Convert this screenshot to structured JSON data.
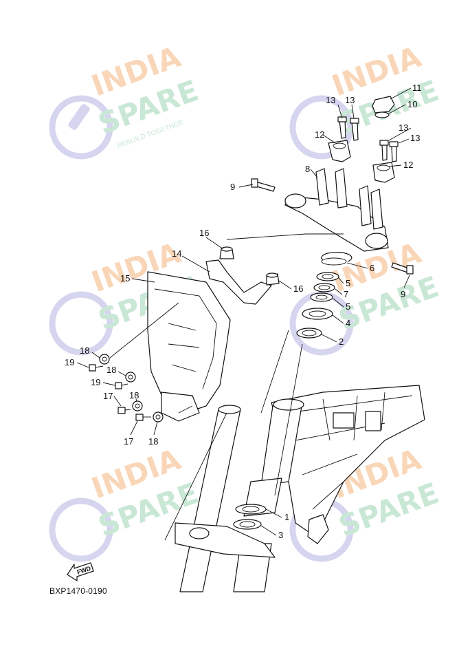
{
  "diagram_code": "BXP1470-0190",
  "fwd_label": "FWD",
  "watermark": {
    "line1": "INDIA",
    "line2": "SPARE",
    "tagline": "REBUILD TOGETHER",
    "color1": "#f7c9a0",
    "color2": "#b8e0c8",
    "icon_color": "#c9c8ea"
  },
  "callouts": [
    {
      "id": "c11",
      "text": "11"
    },
    {
      "id": "c10",
      "text": "10"
    },
    {
      "id": "c13a",
      "text": "13"
    },
    {
      "id": "c13b",
      "text": "13"
    },
    {
      "id": "c13c",
      "text": "13"
    },
    {
      "id": "c13d",
      "text": "13"
    },
    {
      "id": "c12a",
      "text": "12"
    },
    {
      "id": "c12b",
      "text": "12"
    },
    {
      "id": "c8",
      "text": "8"
    },
    {
      "id": "c9a",
      "text": "9"
    },
    {
      "id": "c9b",
      "text": "9"
    },
    {
      "id": "c16a",
      "text": "16"
    },
    {
      "id": "c16b",
      "text": "16"
    },
    {
      "id": "c14",
      "text": "14"
    },
    {
      "id": "c15",
      "text": "15"
    },
    {
      "id": "c6",
      "text": "6"
    },
    {
      "id": "c5a",
      "text": "5"
    },
    {
      "id": "c7",
      "text": "7"
    },
    {
      "id": "c5b",
      "text": "5"
    },
    {
      "id": "c4",
      "text": "4"
    },
    {
      "id": "c2",
      "text": "2"
    },
    {
      "id": "c18a",
      "text": "18"
    },
    {
      "id": "c19a",
      "text": "19"
    },
    {
      "id": "c18b",
      "text": "18"
    },
    {
      "id": "c19b",
      "text": "19"
    },
    {
      "id": "c17a",
      "text": "17"
    },
    {
      "id": "c18c",
      "text": "18"
    },
    {
      "id": "c17b",
      "text": "17"
    },
    {
      "id": "c18d",
      "text": "18"
    },
    {
      "id": "c1",
      "text": "1"
    },
    {
      "id": "c3",
      "text": "3"
    }
  ]
}
